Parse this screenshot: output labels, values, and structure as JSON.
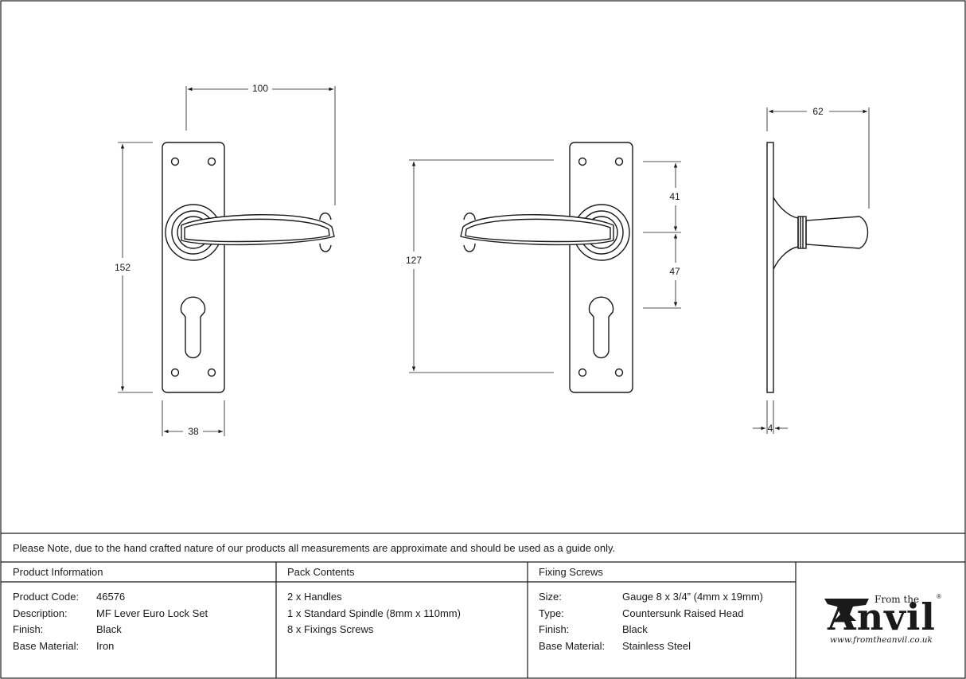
{
  "dimensions": {
    "backplate_height": "152",
    "lever_projection": "100",
    "backplate_width": "38",
    "fixing_centres": "127",
    "top_to_spindle": "41",
    "spindle_to_cylinder": "47",
    "depth": "62",
    "plate_thickness": "4"
  },
  "note": "Please Note, due to the hand crafted nature of our products all measurements are approximate and should be used as a guide only.",
  "product_info": {
    "title": "Product Information",
    "rows": [
      {
        "label": "Product Code:",
        "value": "46576"
      },
      {
        "label": "Description:",
        "value": "MF Lever Euro Lock Set"
      },
      {
        "label": "Finish:",
        "value": "Black"
      },
      {
        "label": "Base Material:",
        "value": "Iron"
      }
    ]
  },
  "pack_contents": {
    "title": "Pack Contents",
    "items": [
      "2 x Handles",
      "1 x Standard Spindle (8mm x 110mm)",
      "8 x Fixings Screws"
    ]
  },
  "fixing_screws": {
    "title": "Fixing Screws",
    "rows": [
      {
        "label": "Size:",
        "value": "Gauge 8 x 3/4” (4mm x 19mm)"
      },
      {
        "label": "Type:",
        "value": "Countersunk Raised Head"
      },
      {
        "label": "Finish:",
        "value": "Black"
      },
      {
        "label": "Base Material:",
        "value": "Stainless Steel"
      }
    ]
  },
  "logo": {
    "from_the": "From the",
    "brand": "Anvil",
    "registered": "®",
    "url": "www.fromtheanvil.co.uk"
  },
  "colors": {
    "line": "#1a1a1a",
    "background": "#ffffff"
  }
}
